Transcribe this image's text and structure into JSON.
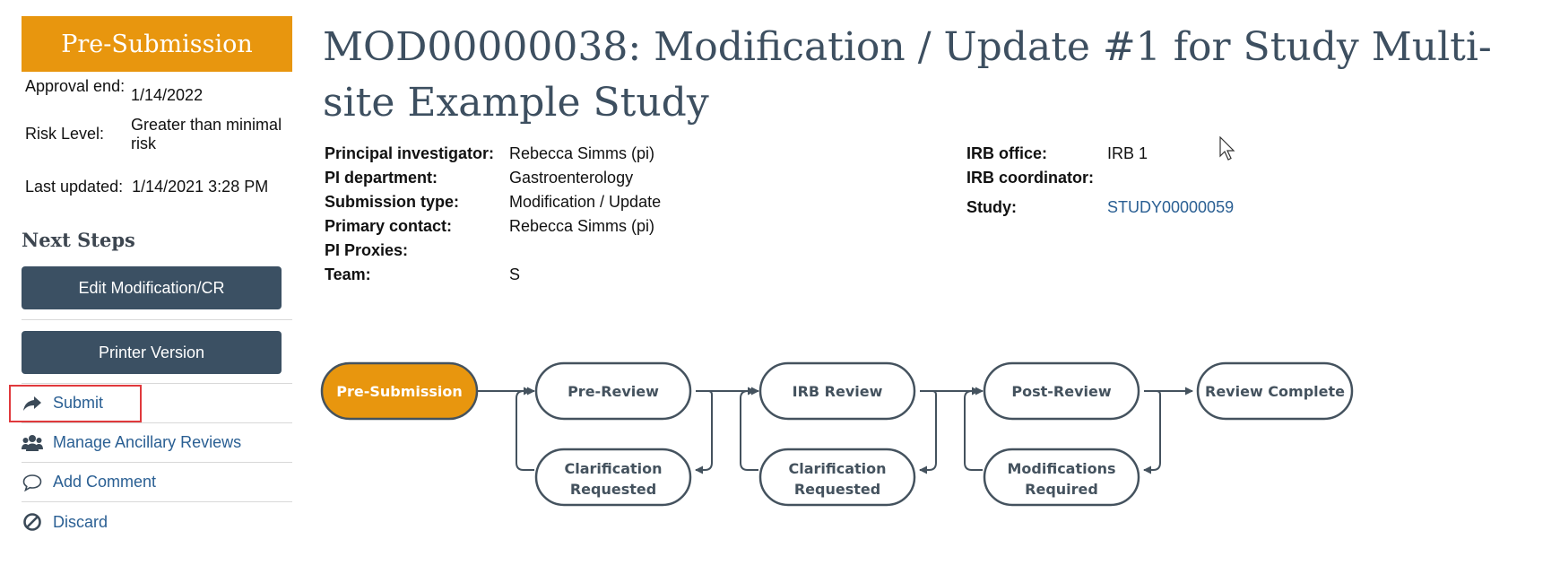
{
  "sidebar": {
    "state": "Pre-Submission",
    "approval_end_label": "Approval end:",
    "approval_end_value": "1/14/2022",
    "risk_level_label": "Risk Level:",
    "risk_level_value": "Greater than minimal risk",
    "last_updated_label": "Last updated:",
    "last_updated_value": "1/14/2021 3:28 PM",
    "next_steps_title": "Next Steps",
    "buttons": {
      "edit": "Edit Modification/CR",
      "printer": "Printer Version"
    },
    "actions": [
      {
        "label": "Submit",
        "icon": "share-arrow-icon"
      },
      {
        "label": "Manage Ancillary Reviews",
        "icon": "users-icon"
      },
      {
        "label": "Add Comment",
        "icon": "comment-icon"
      },
      {
        "label": "Discard",
        "icon": "ban-icon"
      }
    ]
  },
  "header": {
    "title": "MOD00000038: Modification / Update #1 for Study Multi-site Example Study"
  },
  "details": {
    "left": [
      {
        "label": "Principal investigator:",
        "value": "Rebecca Simms (pi)"
      },
      {
        "label": "PI department:",
        "value": "Gastroenterology"
      },
      {
        "label": "Submission type:",
        "value": "Modification / Update"
      },
      {
        "label": "Primary contact:",
        "value": "Rebecca Simms (pi)"
      },
      {
        "label": "PI Proxies:",
        "value": ""
      },
      {
        "label": "Team:",
        "value": "S"
      }
    ],
    "right": [
      {
        "label": "IRB office:",
        "value": "IRB 1"
      },
      {
        "label": "IRB coordinator:",
        "value": ""
      },
      {
        "label": "Study:",
        "value": "STUDY00000059"
      }
    ]
  },
  "workflow": {
    "states": [
      {
        "label": "Pre-Submission",
        "active": true
      },
      {
        "label": "Pre-Review",
        "active": false
      },
      {
        "label": "IRB Review",
        "active": false
      },
      {
        "label": "Post-Review",
        "active": false
      },
      {
        "label": "Review Complete",
        "active": false
      }
    ],
    "loops": [
      {
        "line1": "Clarification",
        "line2": "Requested"
      },
      {
        "line1": "Clarification",
        "line2": "Requested"
      },
      {
        "line1": "Modifications",
        "line2": "Required"
      }
    ]
  },
  "colors": {
    "accent_orange": "#e8960e",
    "button_dark": "#3b5063",
    "link_blue": "#2a5f93",
    "title_slate": "#3d4f60",
    "highlight_red": "#e0393c"
  }
}
